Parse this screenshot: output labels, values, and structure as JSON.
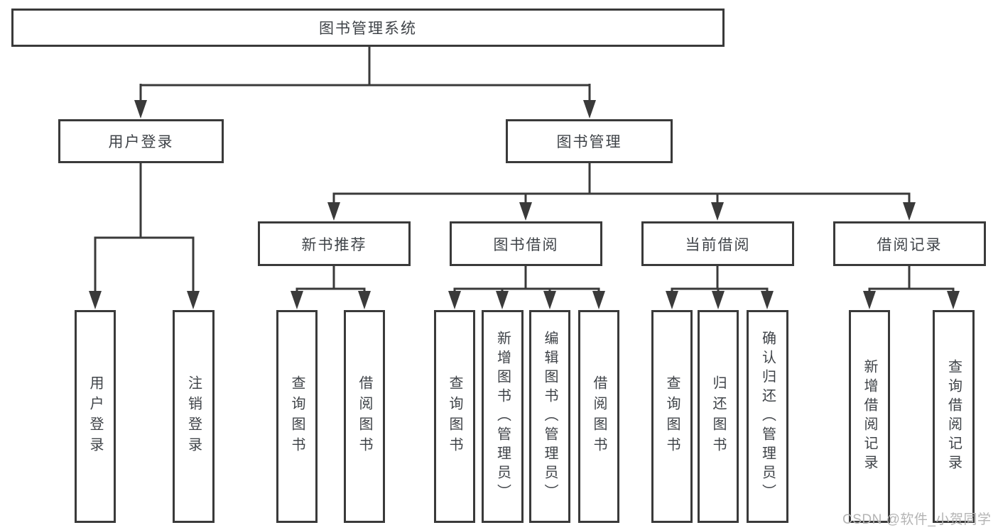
{
  "diagram": {
    "root": {
      "label": "图书管理系统"
    },
    "level2": [
      {
        "label": "用户登录"
      },
      {
        "label": "图书管理"
      }
    ],
    "level3": [
      {
        "label": "新书推荐"
      },
      {
        "label": "图书借阅"
      },
      {
        "label": "当前借阅"
      },
      {
        "label": "借阅记录"
      }
    ],
    "leaves": [
      {
        "label": "用户登录"
      },
      {
        "label": "注销登录"
      },
      {
        "label": "查询图书"
      },
      {
        "label": "借阅图书"
      },
      {
        "label": "查询图书"
      },
      {
        "label": "新增图书（管理员）"
      },
      {
        "label": "编辑图书（管理员）"
      },
      {
        "label": "借阅图书"
      },
      {
        "label": "查询图书"
      },
      {
        "label": "归还图书"
      },
      {
        "label": "确认归还（管理员）"
      },
      {
        "label": "新增借阅记录"
      },
      {
        "label": "查询借阅记录"
      }
    ]
  },
  "watermark": {
    "text": "CSDN @软件_小贺同学"
  },
  "colors": {
    "line": "#3a3a3a",
    "text": "#3f4348",
    "watermark": "#b4b4b4",
    "background": "#ffffff"
  }
}
